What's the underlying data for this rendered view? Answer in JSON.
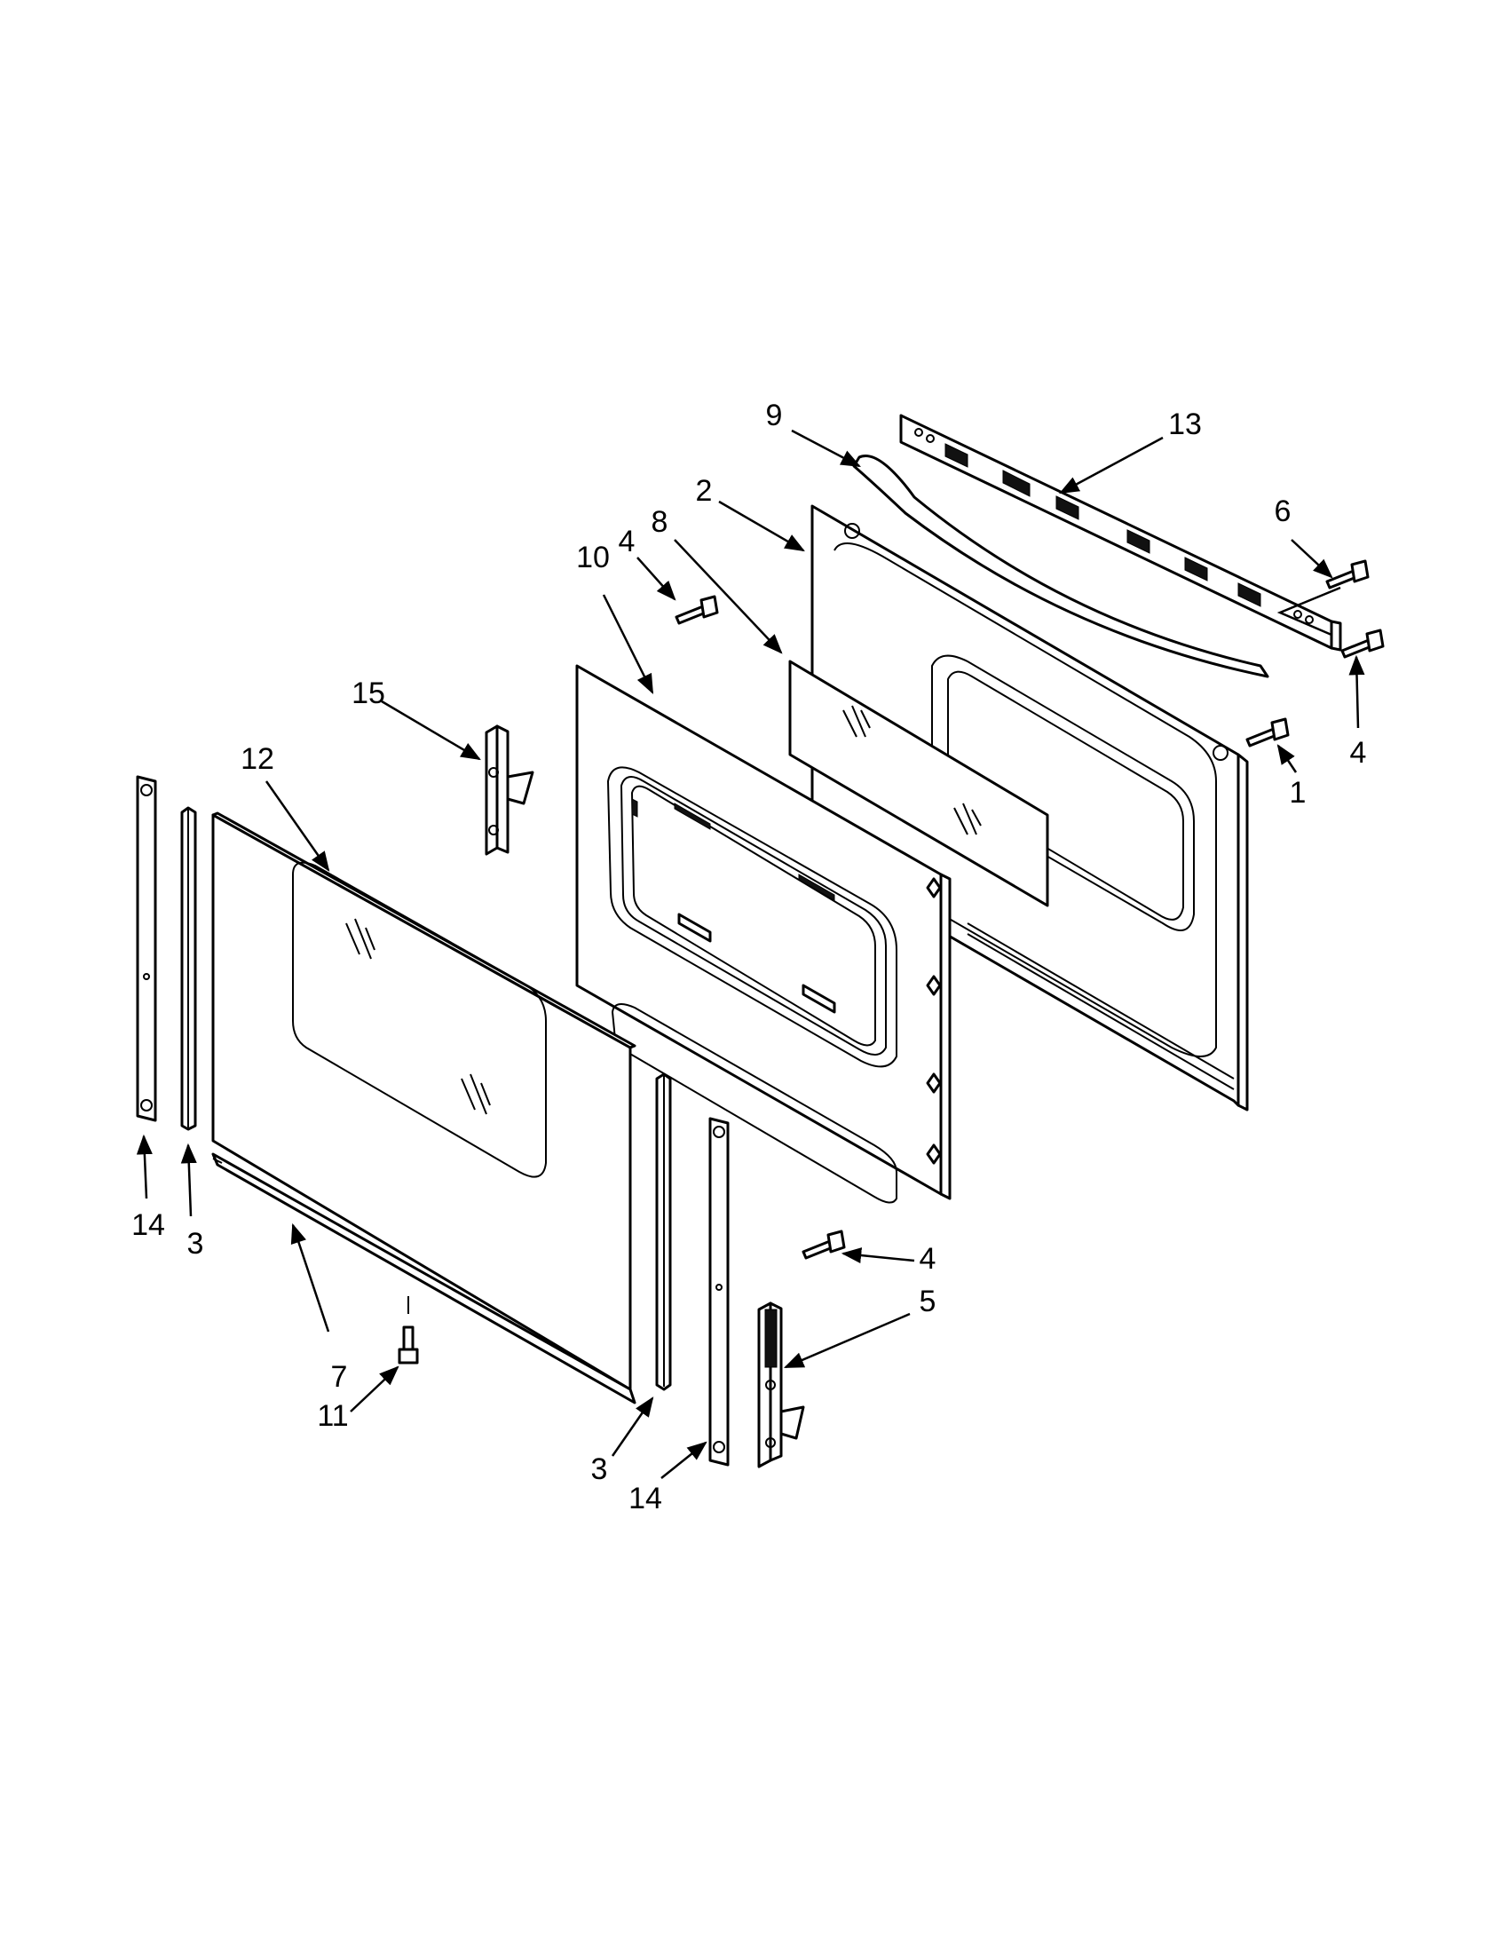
{
  "diagram": {
    "labels": [
      {
        "id": "c13",
        "text": "13"
      },
      {
        "id": "c9",
        "text": "9"
      },
      {
        "id": "c2",
        "text": "2"
      },
      {
        "id": "c8",
        "text": "8"
      },
      {
        "id": "c4a",
        "text": "4"
      },
      {
        "id": "c10",
        "text": "10"
      },
      {
        "id": "c6",
        "text": "6"
      },
      {
        "id": "c4b",
        "text": "4"
      },
      {
        "id": "c1",
        "text": "1"
      },
      {
        "id": "c15",
        "text": "15"
      },
      {
        "id": "c12",
        "text": "12"
      },
      {
        "id": "c14a",
        "text": "14"
      },
      {
        "id": "c3a",
        "text": "3"
      },
      {
        "id": "c4c",
        "text": "4"
      },
      {
        "id": "c5",
        "text": "5"
      },
      {
        "id": "c7",
        "text": "7"
      },
      {
        "id": "c11",
        "text": "11"
      },
      {
        "id": "c3b",
        "text": "3"
      },
      {
        "id": "c14b",
        "text": "14"
      }
    ]
  }
}
